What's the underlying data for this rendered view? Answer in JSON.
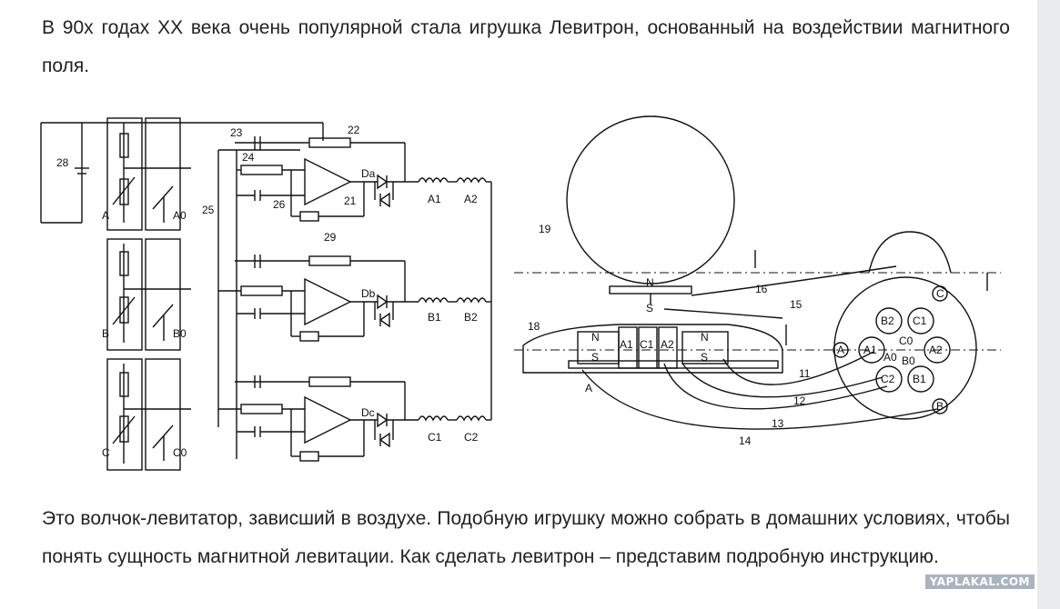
{
  "article": {
    "paragraph1": "В 90х годах XX века очень популярной стала игрушка Левитрон, основанный на воздействии магнитного поля.",
    "paragraph2": "Это волчок-левитатор, зависший в воздухе. Подобную игрушку можно собрать в домашних условиях, чтобы понять сущность магнитной левитации. Как сделать левитрон – представим подробную инструкцию."
  },
  "figure": {
    "circuit_labels": {
      "ref_28": "28",
      "ref_23": "23",
      "ref_22": "22",
      "ref_24": "24",
      "ref_26": "26",
      "ref_21": "21",
      "ref_25": "25",
      "ref_29": "29",
      "A": "A",
      "A0": "A0",
      "B": "B",
      "B0": "B0",
      "C": "C",
      "C0": "C0",
      "Da": "Da",
      "Db": "Db",
      "Dc": "Dc",
      "A1": "A1",
      "A2": "A2",
      "B1": "B1",
      "B2": "B2",
      "C1": "C1",
      "C2": "C2"
    },
    "device_labels": {
      "ref_19": "19",
      "ref_18": "18",
      "ref_16": "16",
      "ref_15": "15",
      "ref_11": "11",
      "ref_12": "12",
      "ref_13": "13",
      "ref_14": "14",
      "N_top": "N",
      "S_top": "S",
      "N_left": "N",
      "S_left": "S",
      "N_right": "N",
      "S_right": "S",
      "base_A": "A",
      "coil_A1": "A1",
      "coil_C1": "C1",
      "coil_A2": "A2",
      "ring_C": "C",
      "ring_A": "A",
      "ring_B": "B",
      "top_B2": "B2",
      "top_C1": "C1",
      "top_A1": "A1",
      "top_A2": "A2",
      "top_A0": "A0",
      "top_B0": "B0",
      "top_C0": "C0",
      "top_C2": "C2",
      "top_B1": "B1"
    }
  },
  "watermark": "YAPLAKAL.COM"
}
